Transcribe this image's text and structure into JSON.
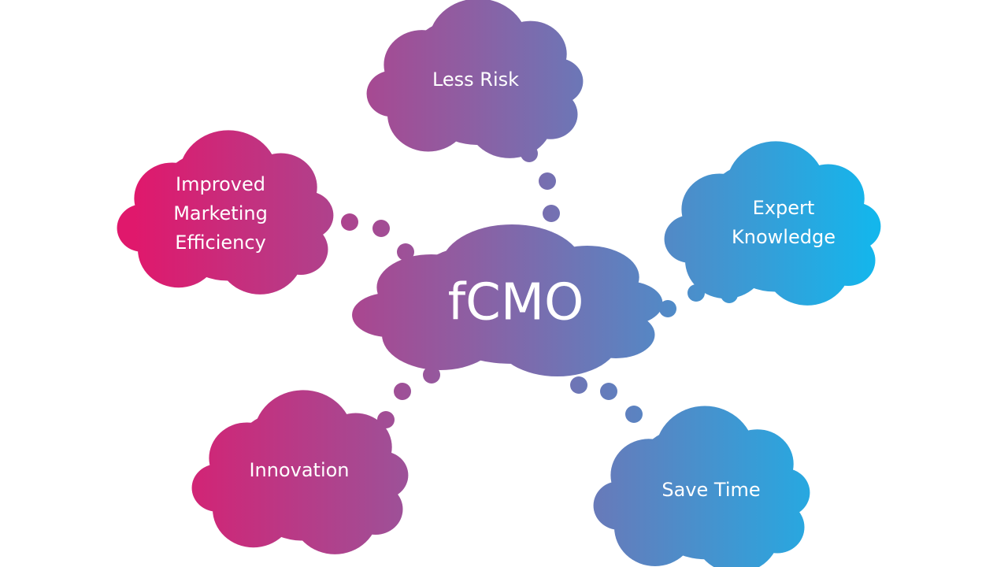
{
  "diagram": {
    "center": {
      "label": "fCMO"
    },
    "benefits": [
      {
        "id": "less-risk",
        "lines": [
          "Less Risk"
        ]
      },
      {
        "id": "improved-marketing-efficiency",
        "lines": [
          "Improved",
          "Marketing",
          "Efficiency"
        ]
      },
      {
        "id": "expert-knowledge",
        "lines": [
          "Expert",
          "Knowledge"
        ]
      },
      {
        "id": "innovation",
        "lines": [
          "Innovation"
        ]
      },
      {
        "id": "save-time",
        "lines": [
          "Save Time"
        ]
      }
    ]
  },
  "colors": {
    "magenta": "#e0186c",
    "purple": "#8e5ea2",
    "blue": "#14b6ec"
  }
}
